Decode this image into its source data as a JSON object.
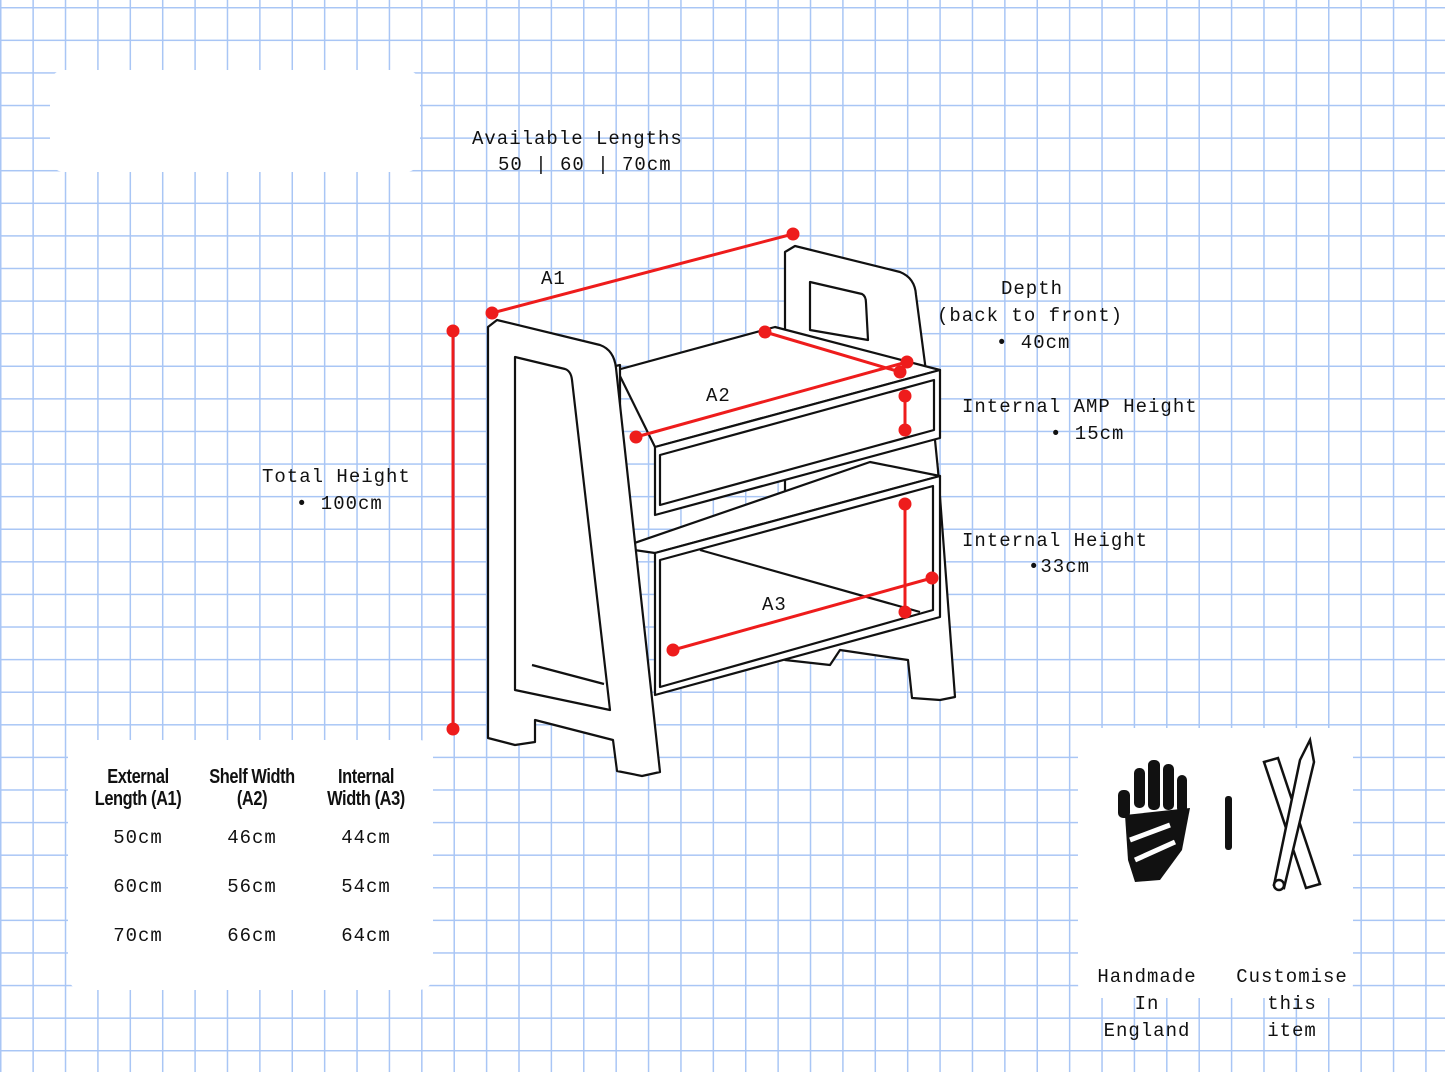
{
  "lengths": {
    "title": "Available Lengths",
    "values": "50 | 60 | 70cm"
  },
  "labels": {
    "a1": "A1",
    "a2": "A2",
    "a3": "A3",
    "total_height_title": "Total Height",
    "total_height_value": "• 100cm",
    "depth_title": "Depth",
    "depth_sub": "(back to front)",
    "depth_value": "• 40cm",
    "amp_title": "Internal AMP Height",
    "amp_value": "• 15cm",
    "internal_title": "Internal Height",
    "internal_value": "•33cm"
  },
  "table": {
    "headers": [
      [
        "External",
        "Length (A1)"
      ],
      [
        "Shelf Width",
        "(A2)"
      ],
      [
        "Internal",
        "Width (A3)"
      ]
    ],
    "rows": [
      [
        "50cm",
        "46cm",
        "44cm"
      ],
      [
        "60cm",
        "56cm",
        "54cm"
      ],
      [
        "70cm",
        "66cm",
        "64cm"
      ]
    ]
  },
  "badges": {
    "handmade": [
      "Handmade",
      "In",
      "England"
    ],
    "customise": [
      "Customise",
      "this",
      "item"
    ]
  },
  "colors": {
    "dimension": "#ee1c1c",
    "grid": "#a9c6f5"
  }
}
